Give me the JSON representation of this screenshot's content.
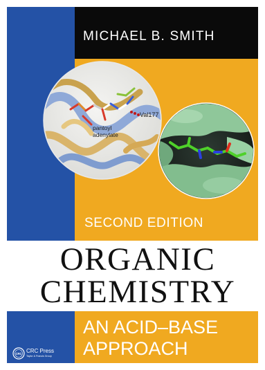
{
  "cover": {
    "author": "MICHAEL B. SMITH",
    "edition": "SECOND EDITION",
    "title_line1": "ORGANIC",
    "title_line2": "CHEMISTRY",
    "subtitle_line1": "AN ACID–BASE",
    "subtitle_line2": "APPROACH"
  },
  "molecule_labels": {
    "residue": "Val177",
    "ligand_line1": "pantoyl",
    "ligand_line2": "adenylate"
  },
  "publisher": {
    "name": "CRC Press",
    "group": "Taylor & Francis Group",
    "logo_text": "CRC"
  },
  "colors": {
    "blue": "#2452a6",
    "gold": "#f0a920",
    "black": "#0a0a0a",
    "white": "#ffffff",
    "title_text": "#111111"
  },
  "icons": {
    "protein_structure_image": "protein-ribbon-with-ligand",
    "binding_pocket_image": "molecular-surface-with-ligand",
    "publisher_logo": "crc-press-logo"
  }
}
